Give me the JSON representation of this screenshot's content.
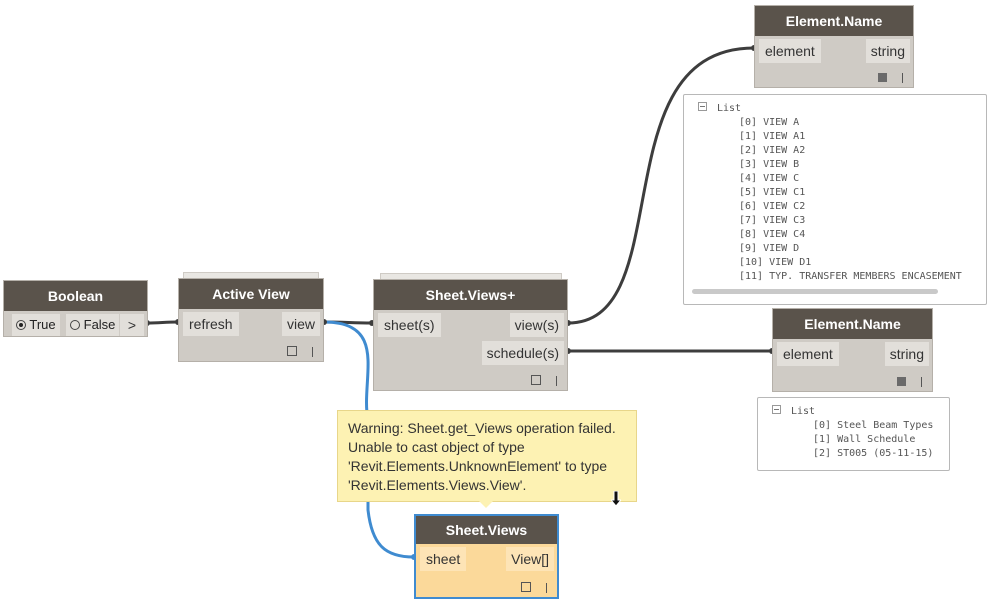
{
  "nodes": {
    "boolean": {
      "title": "Boolean",
      "true_label": "True",
      "false_label": "False",
      "out_label": ">"
    },
    "active_view": {
      "title": "Active View",
      "input": "refresh",
      "output": "view"
    },
    "sheet_views_plus": {
      "title": "Sheet.Views+",
      "input": "sheet(s)",
      "outputs": [
        "view(s)",
        "schedule(s)"
      ]
    },
    "element_name_1": {
      "title": "Element.Name",
      "input": "element",
      "output": "string"
    },
    "element_name_2": {
      "title": "Element.Name",
      "input": "element",
      "output": "string"
    },
    "sheet_views": {
      "title": "Sheet.Views",
      "input": "sheet",
      "output": "View[]"
    }
  },
  "watch_1": {
    "header": "List",
    "items": [
      "[0] VIEW A",
      "[1] VIEW A1",
      "[2] VIEW A2",
      "[3] VIEW B",
      "[4] VIEW C",
      "[5] VIEW C1",
      "[6] VIEW C2",
      "[7] VIEW C3",
      "[8] VIEW C4",
      "[9] VIEW D",
      "[10] VIEW D1",
      "[11] TYP. TRANSFER MEMBERS ENCASEMENT"
    ]
  },
  "watch_2": {
    "header": "List",
    "items": [
      "[0] Steel Beam Types",
      "[1] Wall Schedule",
      "[2] ST005 (05-11-15)"
    ]
  },
  "warning": {
    "lines": [
      "Warning: Sheet.get_Views operation failed.",
      "Unable to cast object of type",
      "'Revit.Elements.UnknownElement' to type",
      "'Revit.Elements.Views.View'."
    ]
  },
  "colors": {
    "node_header": "#5a534b",
    "node_body": "#cfcbc5",
    "wire": "#3d3d3d",
    "selected_wire": "#3f8bd0",
    "warning_bg": "#fdf2b3",
    "selected_node_body": "#fbd99a"
  }
}
